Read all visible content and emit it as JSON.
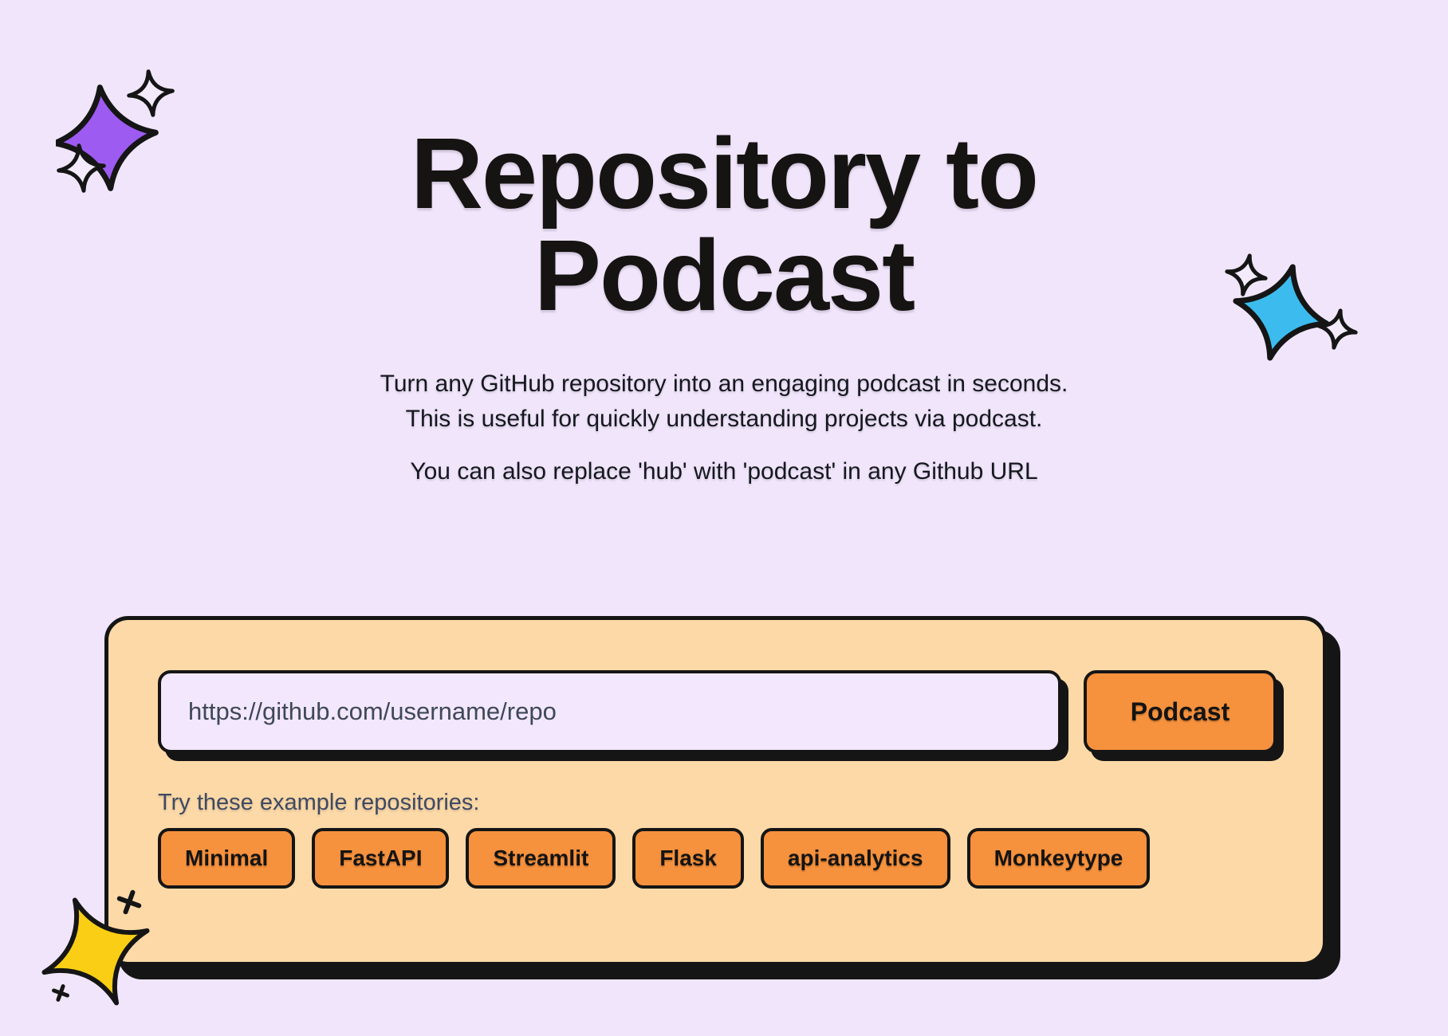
{
  "title": {
    "line1": "Repository to",
    "line2": "Podcast"
  },
  "intro": {
    "line1": "Turn any GitHub repository into an engaging podcast in seconds.",
    "line2": "This is useful for quickly understanding projects via podcast.",
    "line3": "You can also replace 'hub' with 'podcast' in any Github URL"
  },
  "form": {
    "url_placeholder": "https://github.com/username/repo",
    "url_value": "",
    "submit_label": "Podcast",
    "examples_label": "Try these example repositories:",
    "examples": [
      "Minimal",
      "FastAPI",
      "Streamlit",
      "Flask",
      "api-analytics",
      "Monkeytype"
    ]
  },
  "colors": {
    "background": "#F0E5FA",
    "card": "#FCD9A6",
    "accent_orange": "#F6913D",
    "outline_black": "#151515",
    "sparkle_purple": "#9D5BF1",
    "sparkle_blue": "#3CBCEE",
    "star_yellow": "#F9CE14",
    "muted_label": "#3E4A62"
  }
}
